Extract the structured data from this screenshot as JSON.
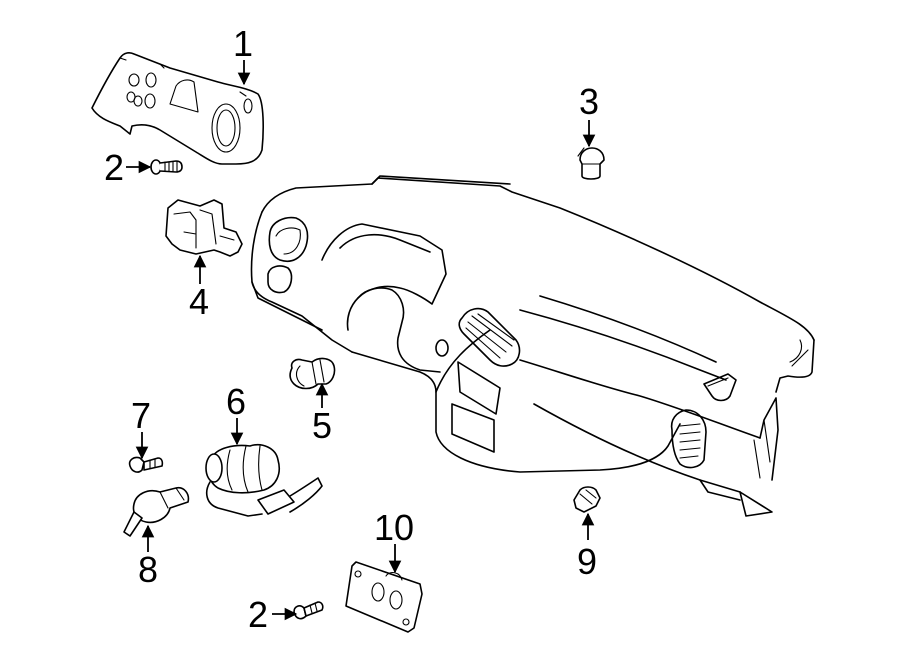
{
  "callouts": {
    "c1": "1",
    "c2a": "2",
    "c3": "3",
    "c4": "4",
    "c5": "5",
    "c6": "6",
    "c7": "7",
    "c8": "8",
    "c9": "9",
    "c10": "10",
    "c2b": "2"
  }
}
